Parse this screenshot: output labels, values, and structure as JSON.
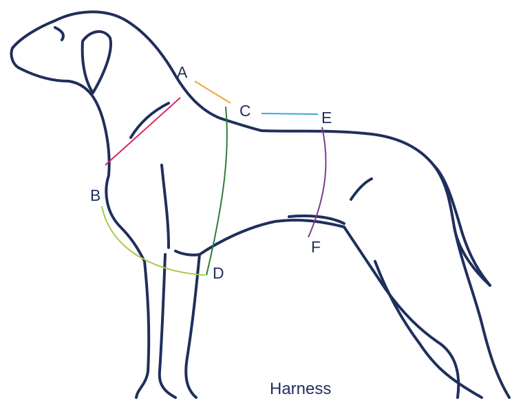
{
  "diagram": {
    "caption": "Harness",
    "labels": {
      "A": "A",
      "B": "B",
      "C": "C",
      "D": "D",
      "E": "E",
      "F": "F"
    },
    "colors": {
      "outline": "#1f2f5c",
      "measure_A": "#f0a33a",
      "measure_B": "#d6245c",
      "measure_C": "#38a8d8",
      "measure_D_girth": "#2f7a3a",
      "measure_B_curve": "#a9c840",
      "measure_F": "#7b3b8f"
    }
  }
}
